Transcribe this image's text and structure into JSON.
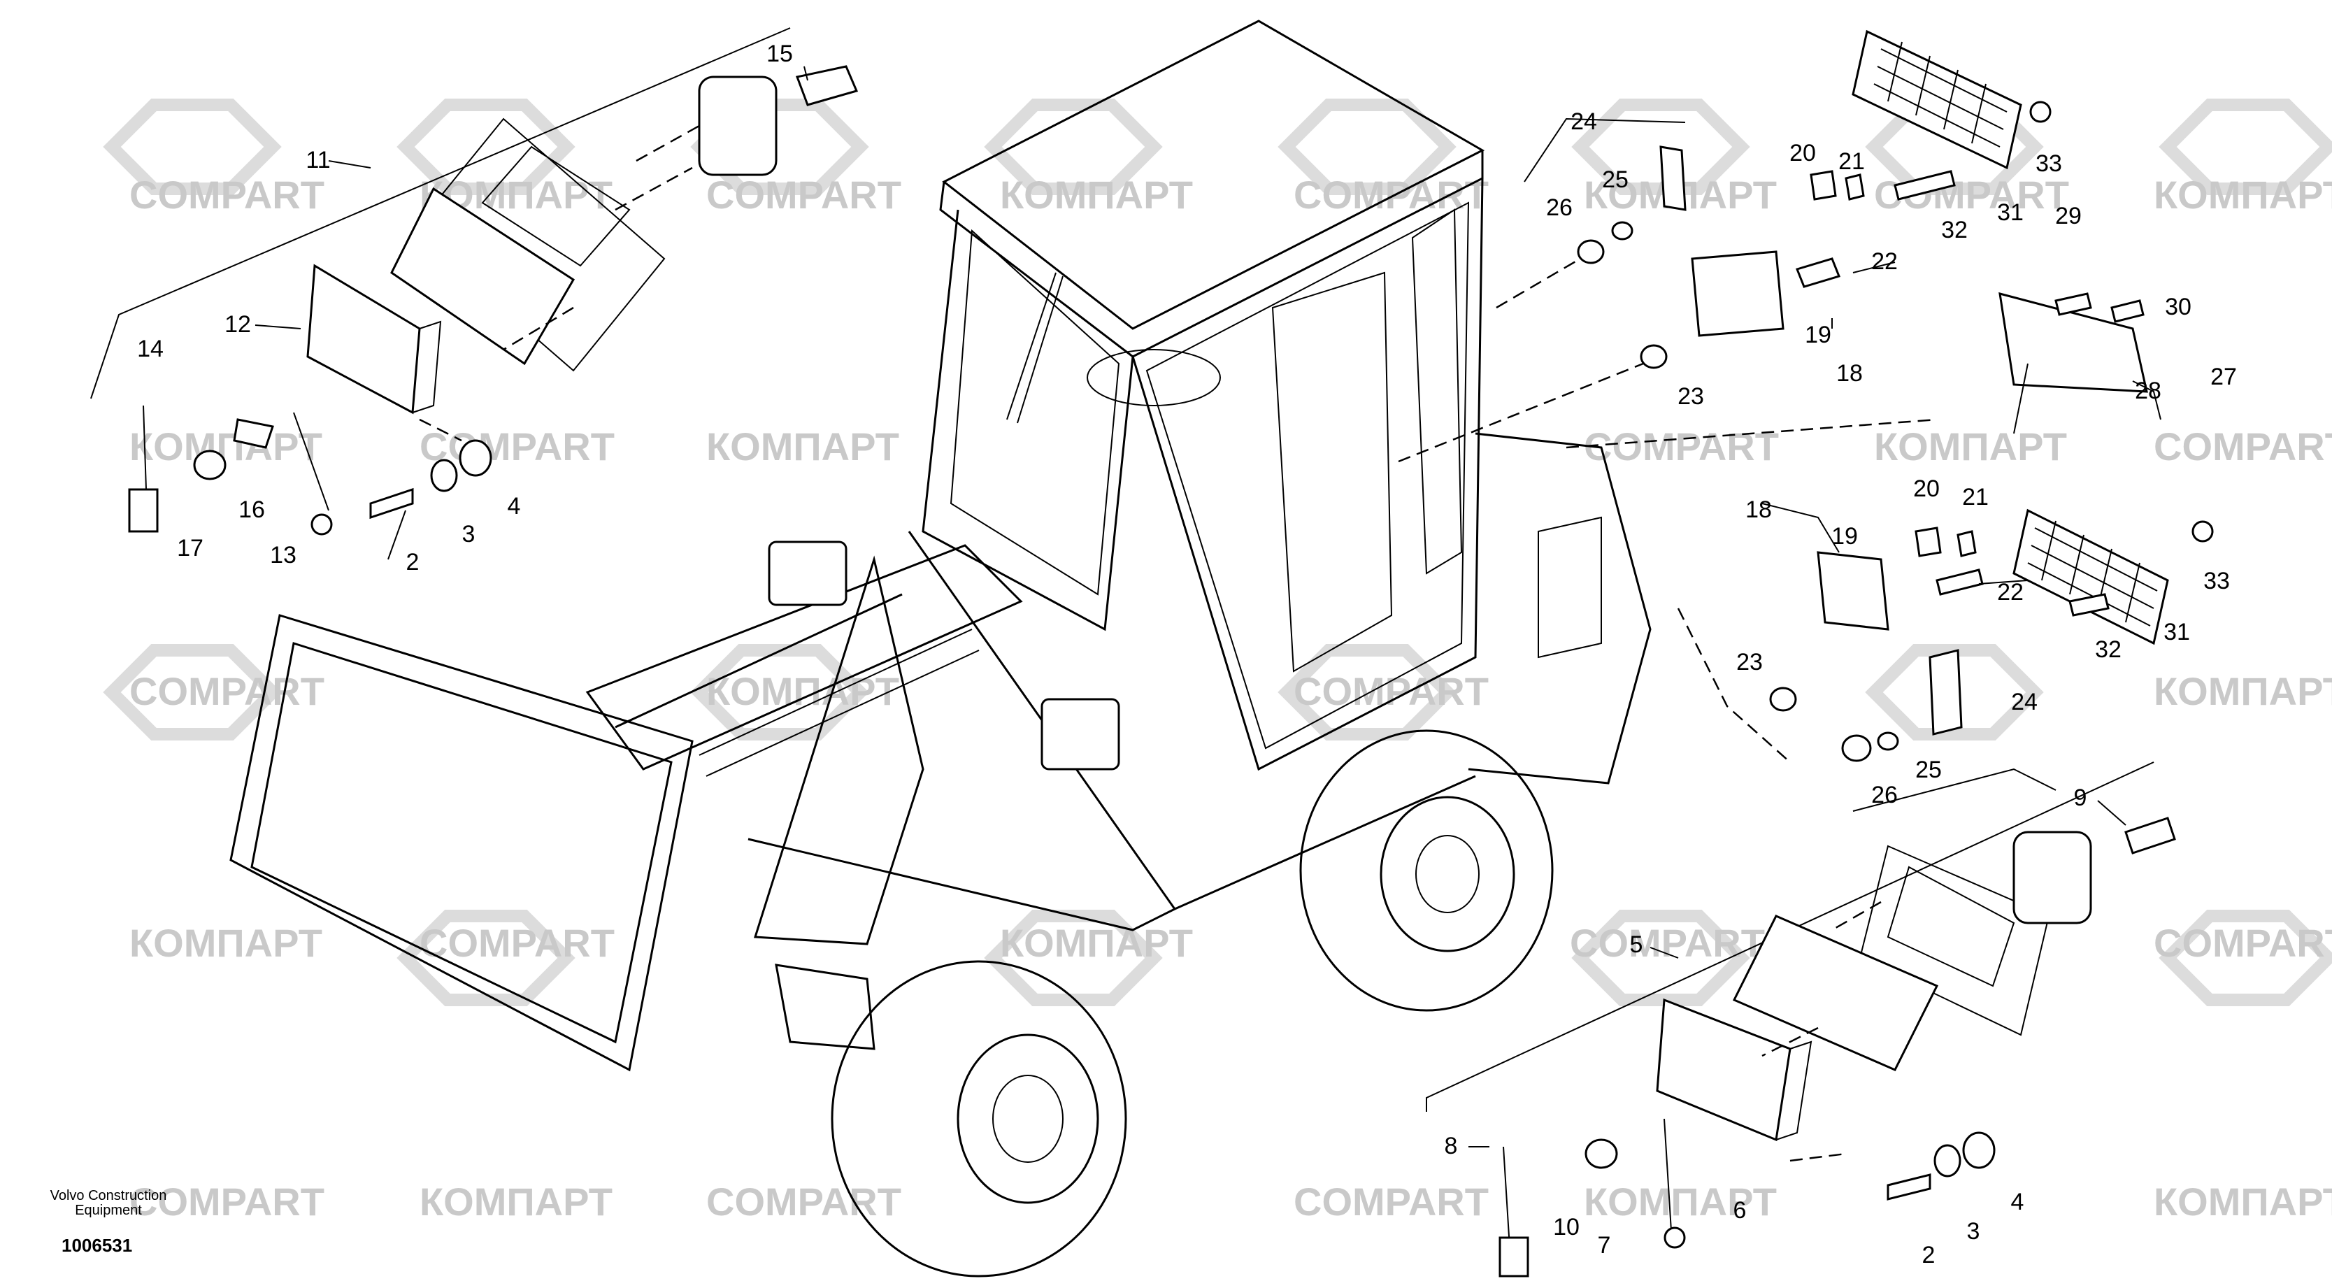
{
  "watermark": {
    "latin": "COMPART",
    "cyrillic": "КОМПАРТ",
    "color": "#c9c9c9"
  },
  "caption": {
    "brand_line1": "Volvo Construction",
    "brand_line2": "Equipment",
    "drawing_number": "1006531"
  },
  "callouts": {
    "c2a": "2",
    "c3a": "3",
    "c4a": "4",
    "c11": "11",
    "c12": "12",
    "c13": "13",
    "c14": "14",
    "c15": "15",
    "c16": "16",
    "c17": "17",
    "c24a": "24",
    "c25a": "25",
    "c26a": "26",
    "c20a": "20",
    "c21a": "21",
    "c22a": "22",
    "c19a": "19",
    "c18a": "18",
    "c23a": "23",
    "c33a": "33",
    "c31a": "31",
    "c32a": "32",
    "c29": "29",
    "c30": "30",
    "c27": "27",
    "c28": "28",
    "c18b": "18",
    "c19b": "19",
    "c20b": "20",
    "c21b": "21",
    "c22b": "22",
    "c23b": "23",
    "c24b": "24",
    "c25b": "25",
    "c26b": "26",
    "c33b": "33",
    "c31b": "31",
    "c32b": "32",
    "c9": "9",
    "c5": "5",
    "c8": "8",
    "c10": "10",
    "c7": "7",
    "c6": "6",
    "c2b": "2",
    "c3b": "3",
    "c4b": "4"
  }
}
